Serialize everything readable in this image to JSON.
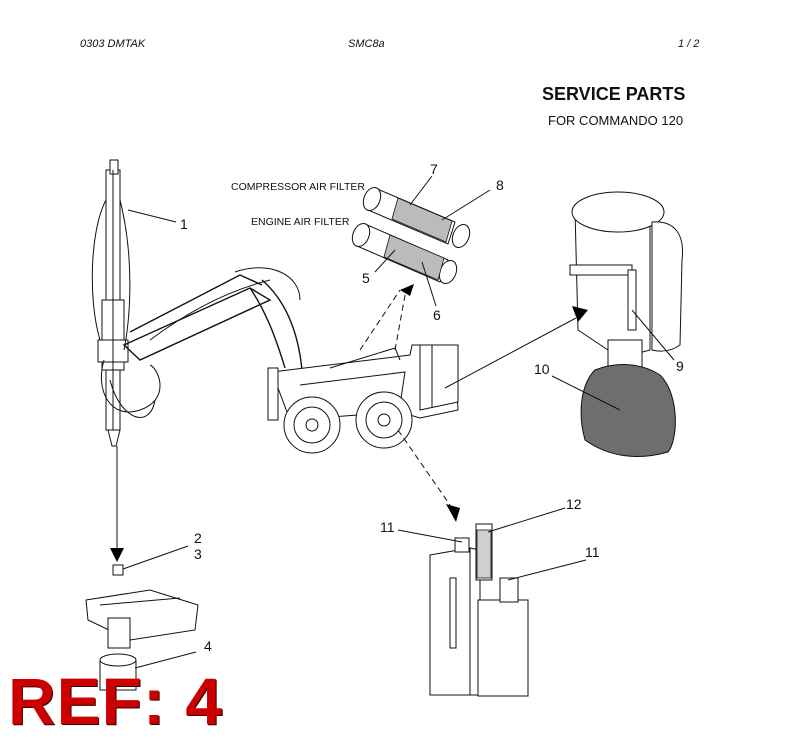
{
  "header": {
    "left": "0303   DMTAK",
    "center": "SMC8a",
    "right": "1 /  2"
  },
  "title": "SERVICE PARTS",
  "subtitle": "FOR COMMANDO 120",
  "labels": {
    "compressor_filter": "COMPRESSOR AIR FILTER",
    "engine_filter": "ENGINE AIR FILTER"
  },
  "callouts": [
    "1",
    "2",
    "3",
    "4",
    "5",
    "6",
    "7",
    "8",
    "9",
    "10",
    "11",
    "12",
    "11"
  ],
  "stamp": "REF: 4",
  "colors": {
    "stamp": "#cc0000",
    "dust_bag": "#6e6e6e"
  }
}
